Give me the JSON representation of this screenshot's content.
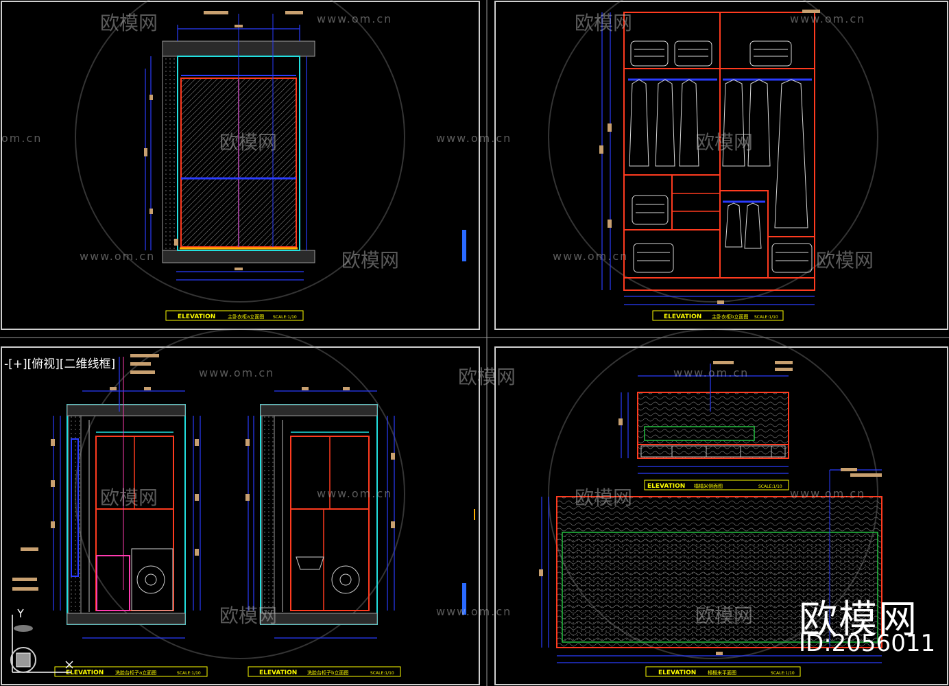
{
  "viewport_label": "-[+][俯视][二维线框]",
  "title_blocks": [
    {
      "tag": "ELEVATION",
      "name": "主卧衣柜a立面图",
      "scale": "SCALE:1/10"
    },
    {
      "tag": "ELEVATION",
      "name": "主卧衣柜b立面图",
      "scale": "SCALE:1/10"
    },
    {
      "tag": "ELEVATION",
      "name": "洗脸台柜子a立面图",
      "scale": "SCALE:1/10"
    },
    {
      "tag": "ELEVATION",
      "name": "洗脸台柜子b立面图",
      "scale": "SCALE:1/10"
    },
    {
      "tag": "ELEVATION",
      "name": "榻榻米侧面图",
      "scale": "SCALE:1/10"
    },
    {
      "tag": "ELEVATION",
      "name": "榻榻米平面图",
      "scale": "SCALE:1/10"
    }
  ],
  "watermark": {
    "cn": "欧模网",
    "url": "www.om.cn",
    "url_partial": "om.cn"
  },
  "brand": {
    "name": "欧模网",
    "id": "ID:2056011"
  },
  "colors": {
    "background": "#000000",
    "red": "#ff3b1f",
    "cyan": "#22e0e0",
    "blue": "#2a3cff",
    "yellow": "#ffff00",
    "tan": "#c8a070",
    "gray": "#9a9a9a"
  }
}
